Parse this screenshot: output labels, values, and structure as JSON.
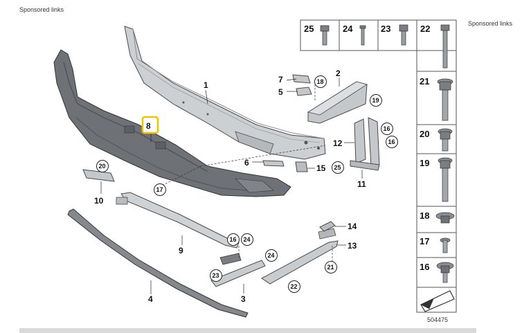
{
  "sponsored": {
    "left": "Sponsored links",
    "right": "Sponsored links"
  },
  "callouts": {
    "p1": "1",
    "p2": "2",
    "p3": "3",
    "p4": "4",
    "p5": "5",
    "p6": "6",
    "p7": "7",
    "p8": "8",
    "p9": "9",
    "p10": "10",
    "p11": "11",
    "p12": "12",
    "p13": "13",
    "p14": "14",
    "p15": "15"
  },
  "circles": {
    "c16a": "16",
    "c16b": "16",
    "c16c": "16",
    "c17": "17",
    "c18": "18",
    "c19": "19",
    "c20": "20",
    "c21": "21",
    "c22": "22",
    "c23": "23",
    "c24a": "24",
    "c24b": "24",
    "c25": "25"
  },
  "fastener_panel": {
    "top_row": [
      "25",
      "24",
      "23",
      "22"
    ],
    "side_column": [
      "21",
      "20",
      "19",
      "18",
      "17",
      "16"
    ]
  },
  "figure_number": "504475",
  "colors": {
    "part_fill": "#c7cacd",
    "part_stroke": "#4a4a4a",
    "dark_part": "#6d7175",
    "highlight": "#f3c300"
  }
}
